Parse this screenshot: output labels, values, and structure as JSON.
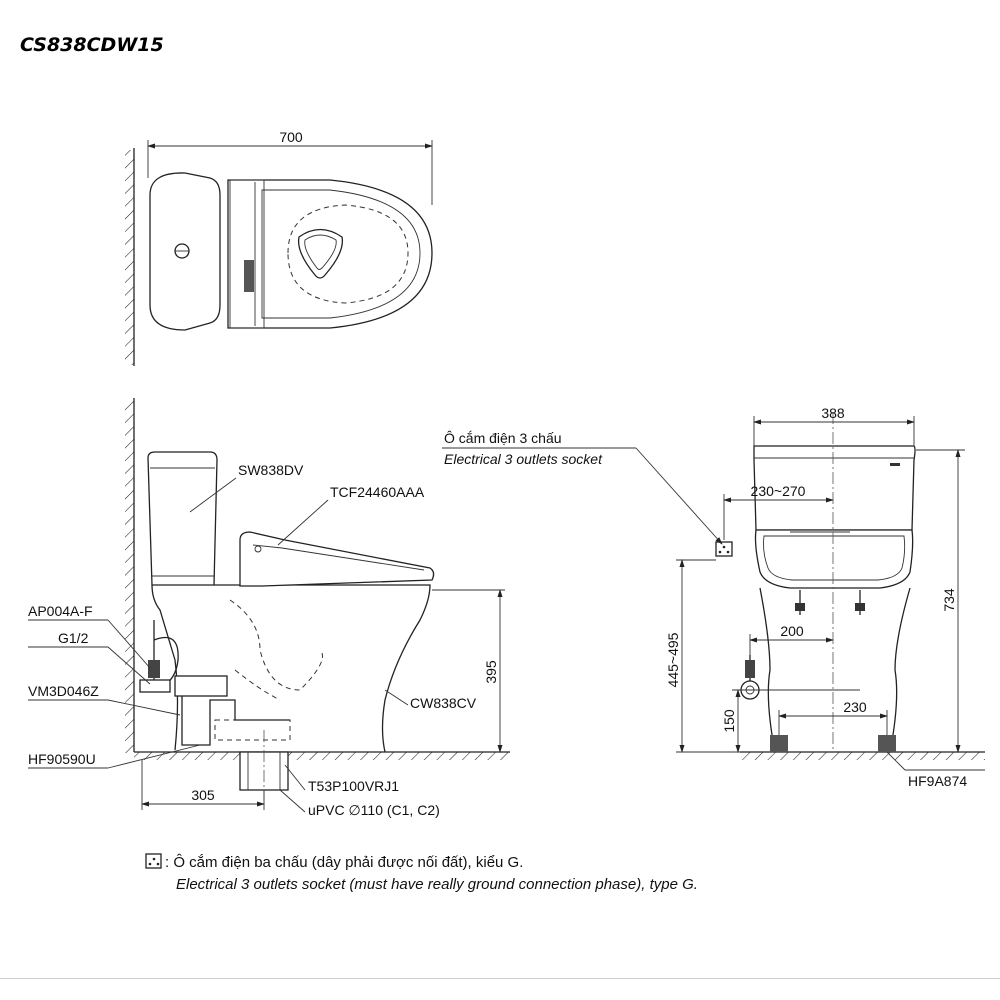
{
  "model_code": "CS838CDW15",
  "dimensions": {
    "width_total": "700",
    "tank_width": "388",
    "height_total": "734",
    "seat_height": "395",
    "rough_in": "305",
    "outlet_height": "445~495",
    "outlet_offset": "230~270",
    "supply_offset": "200",
    "supply_height": "150",
    "bolt_spacing": "230"
  },
  "parts": {
    "tank": "SW838DV",
    "seat": "TCF24460AAA",
    "bowl": "CW838CV",
    "angle_valve": "AP004A-F",
    "thread": "G1/2",
    "hose": "VM3D046Z",
    "flange": "HF90590U",
    "adapter": "T53P100VRJ1",
    "pipe": "uPVC ∅110 (C1, C2)",
    "bolts": "HF9A874"
  },
  "socket_label": {
    "vi": "Ô cắm điện 3 chấu",
    "en": "Electrical 3 outlets socket"
  },
  "note": {
    "vi": ": Ô cắm điện ba chấu (dây phải được nối đất), kiểu G.",
    "en": "Electrical 3 outlets socket (must have really ground connection phase), type G."
  }
}
